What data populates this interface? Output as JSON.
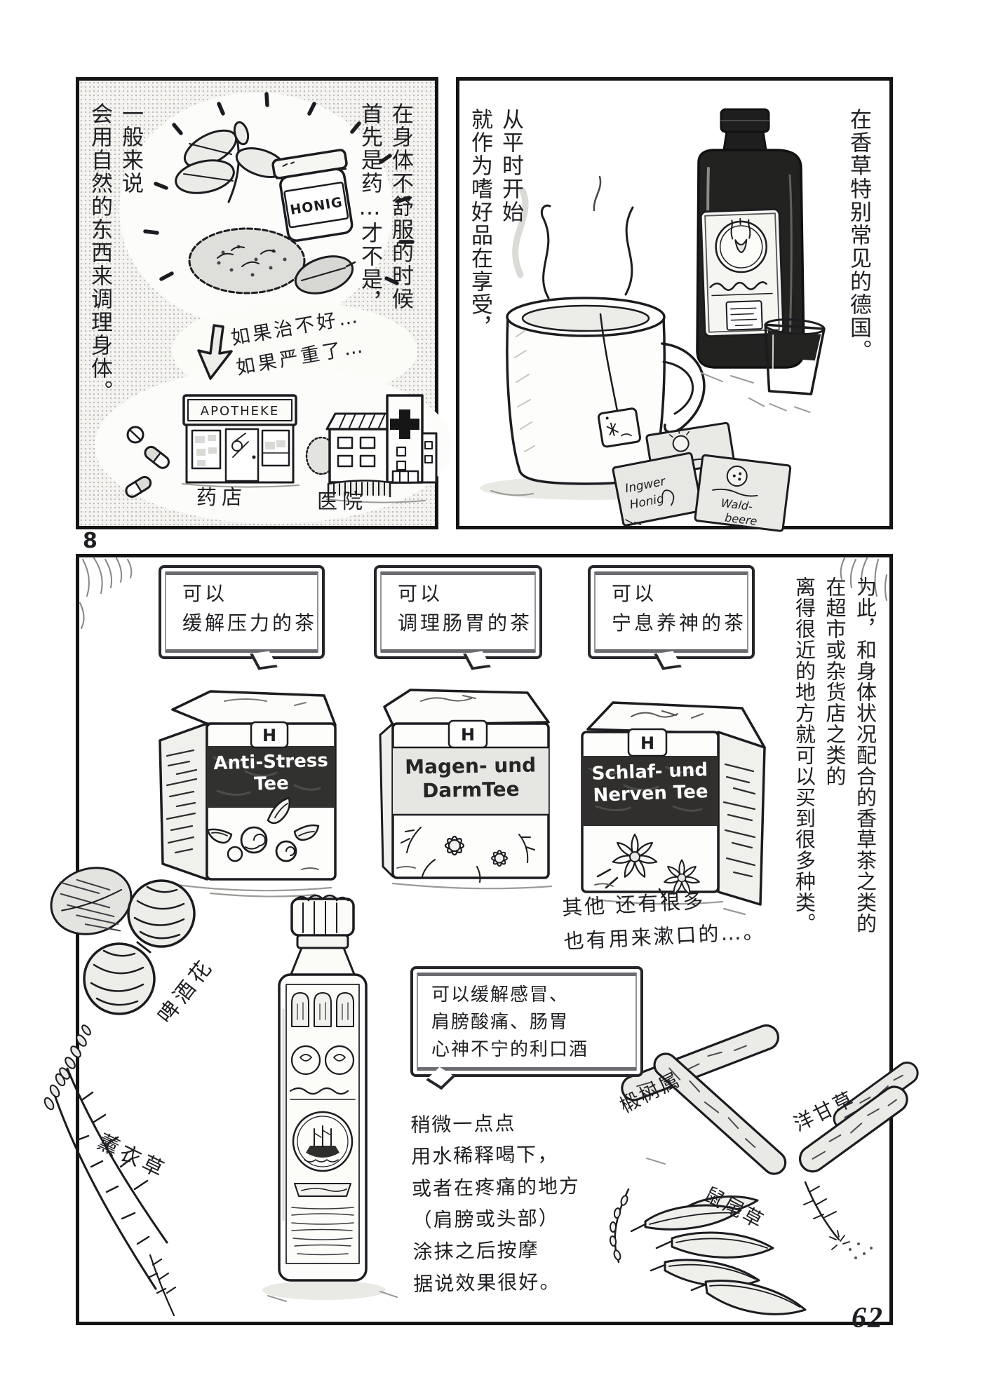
{
  "page": {
    "panel_marker": "8",
    "page_number": "62"
  },
  "panel_intro": {
    "narration_left": "一般来说\n会用自然的东西来调理身体。",
    "narration_right": "在身体不舒服的时候\n首先是药…才不是，",
    "note_if_worse": "如果治不好…\n如果严重了…",
    "honey_jar_label": "HONIG",
    "pharmacy_sign": "APOTHEKE",
    "pharmacy_caption": "药店",
    "hospital_caption": "医院"
  },
  "panel_daily": {
    "narration_right": "在香草特别常见的德国。",
    "narration_left": "从平时开始\n就作为嗜好品在享受，",
    "teabag_ginger_line1": "Ingwer",
    "teabag_ginger_line2": "Honig",
    "teabag_berry_line1": "Wald-",
    "teabag_berry_line2": "beere"
  },
  "panel_teas": {
    "narration_right": "为此，和身体状况配合的香草茶之类的\n在超市或杂货店之类的\n离得很近的地方就可以买到很多种类。",
    "bubble_stress": "可以\n缓解压力的茶",
    "bubble_stomach": "可以\n调理肠胃的茶",
    "bubble_calm": "可以\n宁息养神的茶",
    "box_logo": "H",
    "box_stress_label": "Anti-Stress\nTee",
    "box_stomach_label": "Magen- und\nDarmTee",
    "box_calm_label": "Schlaf- und\nNerven Tee",
    "note_others": "其他 还有很多\n也有用来漱口的…。",
    "bubble_liqueur": "可以缓解感冒、\n肩膀酸痛、肠胃\n心神不宁的利口酒",
    "note_usage": "稍微一点点\n用水稀释喝下，\n或者在疼痛的地方\n（肩膀或头部）\n涂抹之后按摩\n据说效果很好。",
    "label_hops": "啤酒花",
    "label_lavender": "薰衣草",
    "label_linden": "椴树属",
    "label_licorice": "洋甘草",
    "label_sage": "鼠尾草"
  },
  "colors": {
    "ink": "#1c1c20",
    "band_dark": "#313130",
    "fill_light": "#e8e8e5"
  }
}
